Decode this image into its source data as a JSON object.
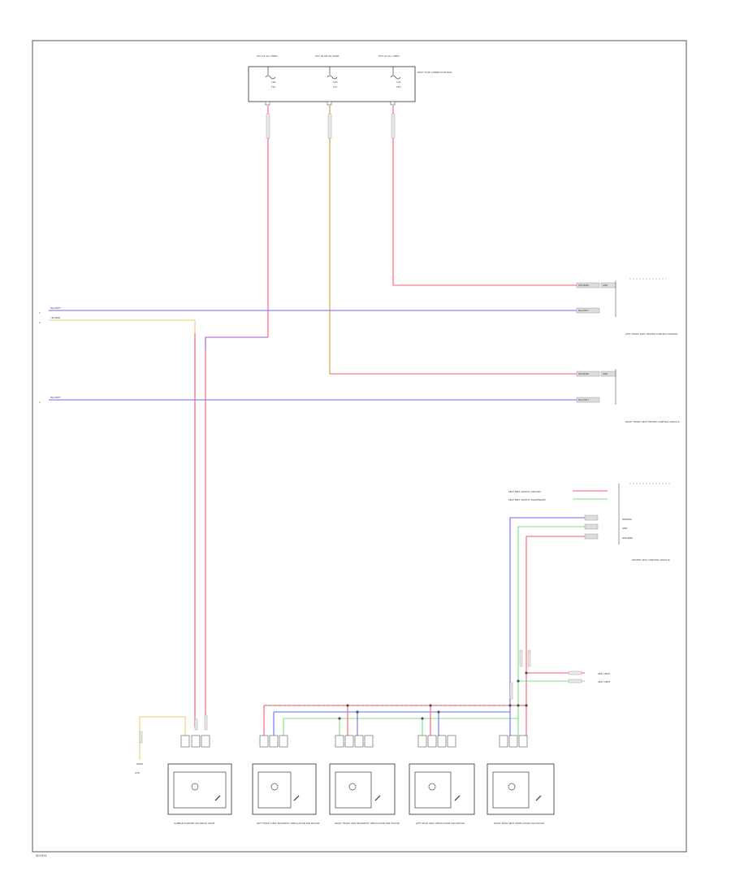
{
  "figure_id": "W23954",
  "ground_label": "G38",
  "fuse_box": {
    "label": "BODY FUSE CONNECTION BOX",
    "fuses": [
      {
        "header": "HOT AT ALL TIMES",
        "rating": "10A",
        "name": "F34"
      },
      {
        "header": "HOT IN ON OR START",
        "rating": "10A",
        "name": "F12"
      },
      {
        "header": "HOT AT ALL TIMES",
        "rating": "10A",
        "name": "F33"
      }
    ]
  },
  "left_wires": [
    {
      "label": "BLU/WHT"
    },
    {
      "label": "YEL/BRN"
    },
    {
      "label": "BLU/WHT"
    }
  ],
  "right_modules": [
    {
      "label": "LEFT FRONT SEAT HEATER CONTROL MODULE"
    },
    {
      "label": "RIGHT FRONT SEAT HEATER CONTROL MODULE"
    },
    {
      "label": "HEATED SEAT CONTROL MODULE"
    }
  ],
  "connector_labels": [
    {
      "text": "RED/BRN"
    },
    {
      "text": "GRN"
    },
    {
      "text": "BLU/WHT"
    },
    {
      "text": "RED/BRN"
    },
    {
      "text": "GRN"
    },
    {
      "text": "BLU/WHT"
    },
    {
      "text": "SEAT BELT SWITCH (DRIVER)"
    },
    {
      "text": "SEAT BELT SWITCH (PASSENGER)"
    },
    {
      "text": "BRN/BLK"
    },
    {
      "text": "GRN"
    },
    {
      "text": "RED/BRN"
    },
    {
      "text": "SEAT HEAT"
    },
    {
      "text": "SEAT VENT"
    }
  ],
  "bottom_components": [
    {
      "label": "LUMBAR SUPPORT SOLENOID VALVE"
    },
    {
      "label": "LEFT FRONT SEAT BACKREST VENTILATION FAN MOTOR"
    },
    {
      "label": "RIGHT FRONT SEAT BACKREST VENTILATION FAN MOTOR"
    },
    {
      "label": "LEFT REAR SEAT VENTILATION FAN MOTOR"
    },
    {
      "label": "RIGHT REAR SEAT VENTILATION FAN MOTOR"
    }
  ],
  "colors": {
    "red": "#ff5a6e",
    "blue": "#6b6bff",
    "yellow": "#e6d27a",
    "orange": "#d09a3a",
    "green": "#7fe07f",
    "purple": "#9a5ac8"
  }
}
